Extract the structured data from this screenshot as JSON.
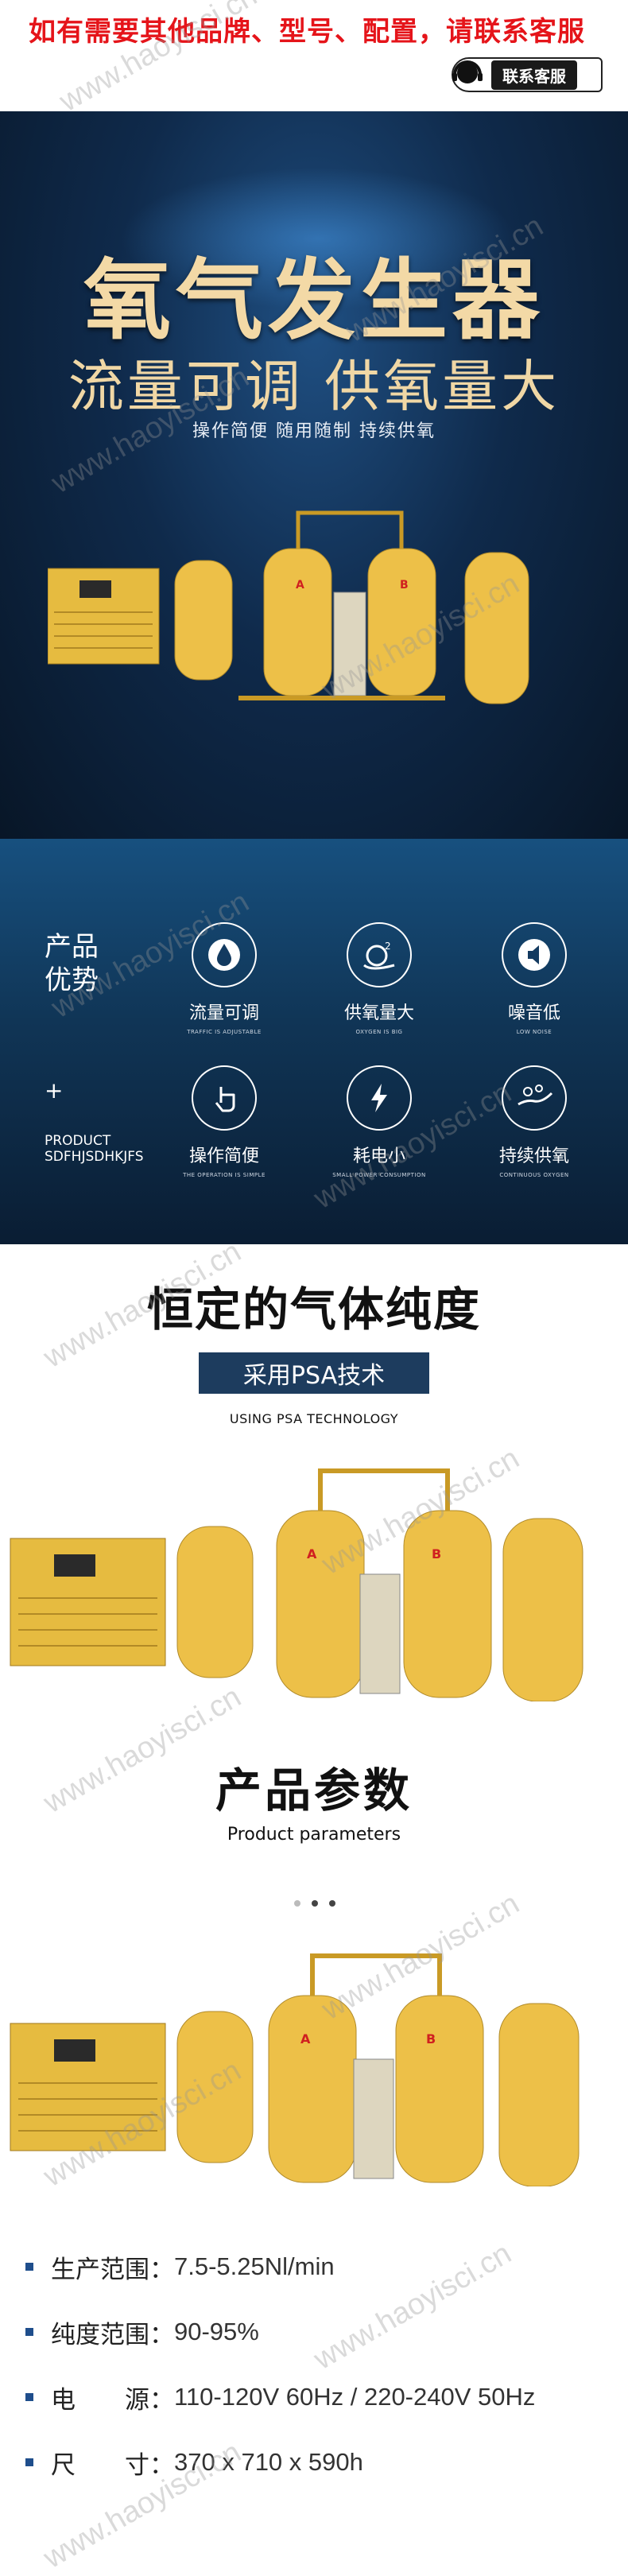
{
  "banner": {
    "title": "如有需要其他品牌、型号、配置，请联系客服",
    "service_label": "联系客服"
  },
  "hero": {
    "title": "氧气发生器",
    "subtitle": "流量可调 供氧量大",
    "tagline": "操作简便 随用随制 持续供氧",
    "tank_labels": [
      "A",
      "B"
    ]
  },
  "advantages": {
    "title": "产品优势",
    "plus": "+",
    "code": [
      "PRODUCT",
      "SDFHJSDHKJFS"
    ],
    "items": [
      {
        "label": "流量可调",
        "en": "TRAFFIC IS ADJUSTABLE",
        "icon": "drop-icon"
      },
      {
        "label": "供氧量大",
        "en": "OXYGEN IS BIG",
        "icon": "oxygen-icon"
      },
      {
        "label": "噪音低",
        "en": "LOW NOISE",
        "icon": "speaker-icon"
      },
      {
        "label": "操作简便",
        "en": "THE OPERATION IS SIMPLE",
        "icon": "hand-icon"
      },
      {
        "label": "耗电小",
        "en": "SMALL POWER CONSUMPTION",
        "icon": "lightning-icon"
      },
      {
        "label": "持续供氧",
        "en": "CONTINUOUS OXYGEN",
        "icon": "oxygen-flow-icon"
      }
    ]
  },
  "purity": {
    "title": "恒定的气体纯度",
    "tag": "采用PSA技术",
    "en": "USING PSA TECHNOLOGY"
  },
  "params": {
    "title": "产品参数",
    "en": "Product parameters",
    "specs": [
      {
        "key": "生产范围：",
        "value": "7.5-5.25Nl/min"
      },
      {
        "key": "纯度范围：",
        "value": "90-95%"
      },
      {
        "key": "电　　源：",
        "value": "110-120V 60Hz / 220-240V 50Hz"
      },
      {
        "key": "尺　　寸：",
        "value": "370 x 710 x 590h"
      }
    ]
  },
  "watermark": "www.haoyisci.cn",
  "colors": {
    "accent_red": "#e5141a",
    "navy": "#1d3c5e",
    "tank_yellow": "#e9bd3c"
  }
}
